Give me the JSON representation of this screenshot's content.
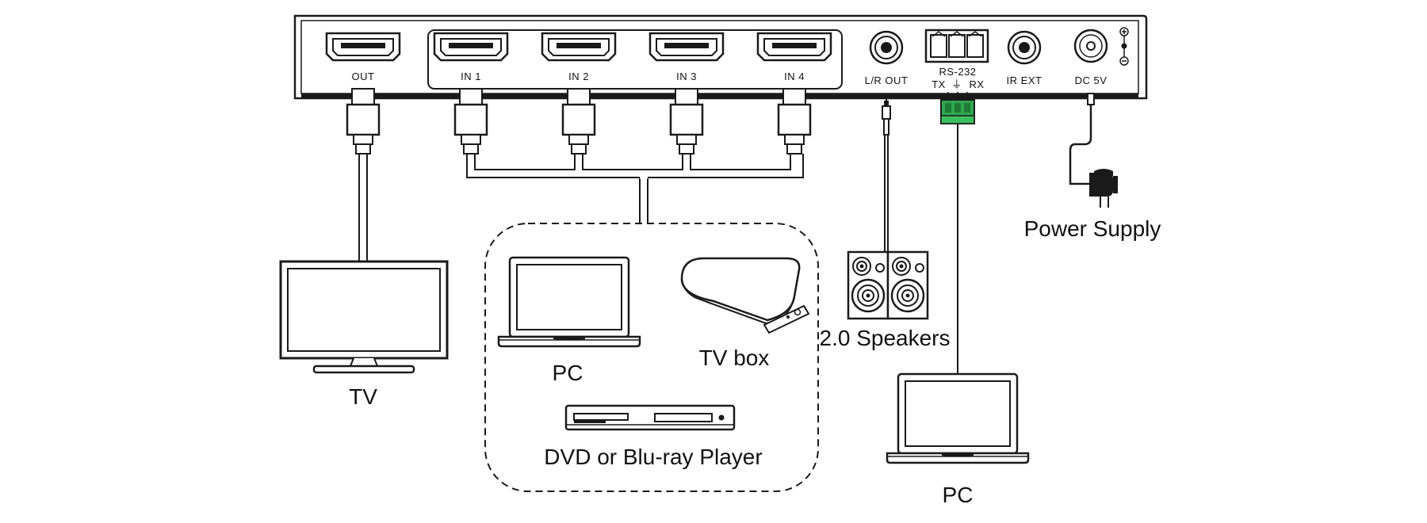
{
  "device": {
    "ports": {
      "out": "OUT",
      "in1": "IN 1",
      "in2": "IN 2",
      "in3": "IN 3",
      "in4": "IN 4",
      "lr_out": "L/R OUT",
      "rs232": "RS-232",
      "rs232_tx": "TX",
      "rs232_gnd": "⏚",
      "rs232_rx": "RX",
      "ir_ext": "IR EXT",
      "dc": "DC 5V"
    }
  },
  "devices": {
    "tv": "TV",
    "pc_source": "PC",
    "tv_box": "TV box",
    "dvd": "DVD or Blu-ray Player",
    "speakers": "2.0 Speakers",
    "pc_control": "PC",
    "power": "Power Supply"
  },
  "colors": {
    "line": "#1a1a1a",
    "terminal_green": "#2fa84f",
    "background": "#ffffff"
  }
}
